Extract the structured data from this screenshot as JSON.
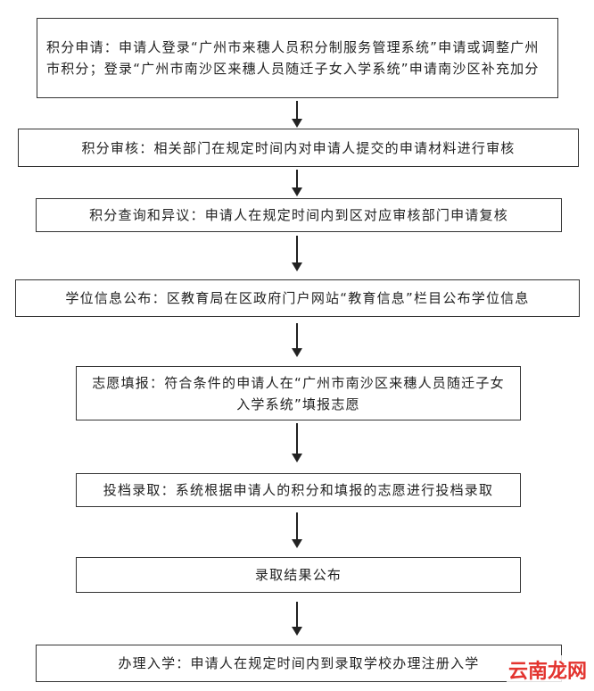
{
  "steps": [
    {
      "id": "apply",
      "text": "积分申请：申请人登录“广州市来穗人员积分制服务管理系统”申请或调整广州市积分；登录“广州市南沙区来穗人员随迁子女入学系统”申请南沙区补充加分"
    },
    {
      "id": "review",
      "text": "积分审核：相关部门在规定时间内对申请人提交的申请材料进行审核"
    },
    {
      "id": "query",
      "text": "积分查询和异议：申请人在规定时间内到区对应审核部门申请复核"
    },
    {
      "id": "announce",
      "text": "学位信息公布：区教育局在区政府门户网站“教育信息”栏目公布学位信息"
    },
    {
      "id": "wish",
      "text": "志愿填报：符合条件的申请人在“广州市南沙区来穗人员随迁子女入学系统”填报志愿"
    },
    {
      "id": "admit",
      "text": "投档录取：系统根据申请人的积分和填报的志愿进行投档录取"
    },
    {
      "id": "result",
      "text": "录取结果公布"
    },
    {
      "id": "enroll",
      "text": "办理入学：申请人在规定时间内到录取学校办理注册入学"
    }
  ],
  "watermark": "云南龙网",
  "colors": {
    "border": "#333333",
    "text": "#222222",
    "watermark": "#e3342f"
  }
}
